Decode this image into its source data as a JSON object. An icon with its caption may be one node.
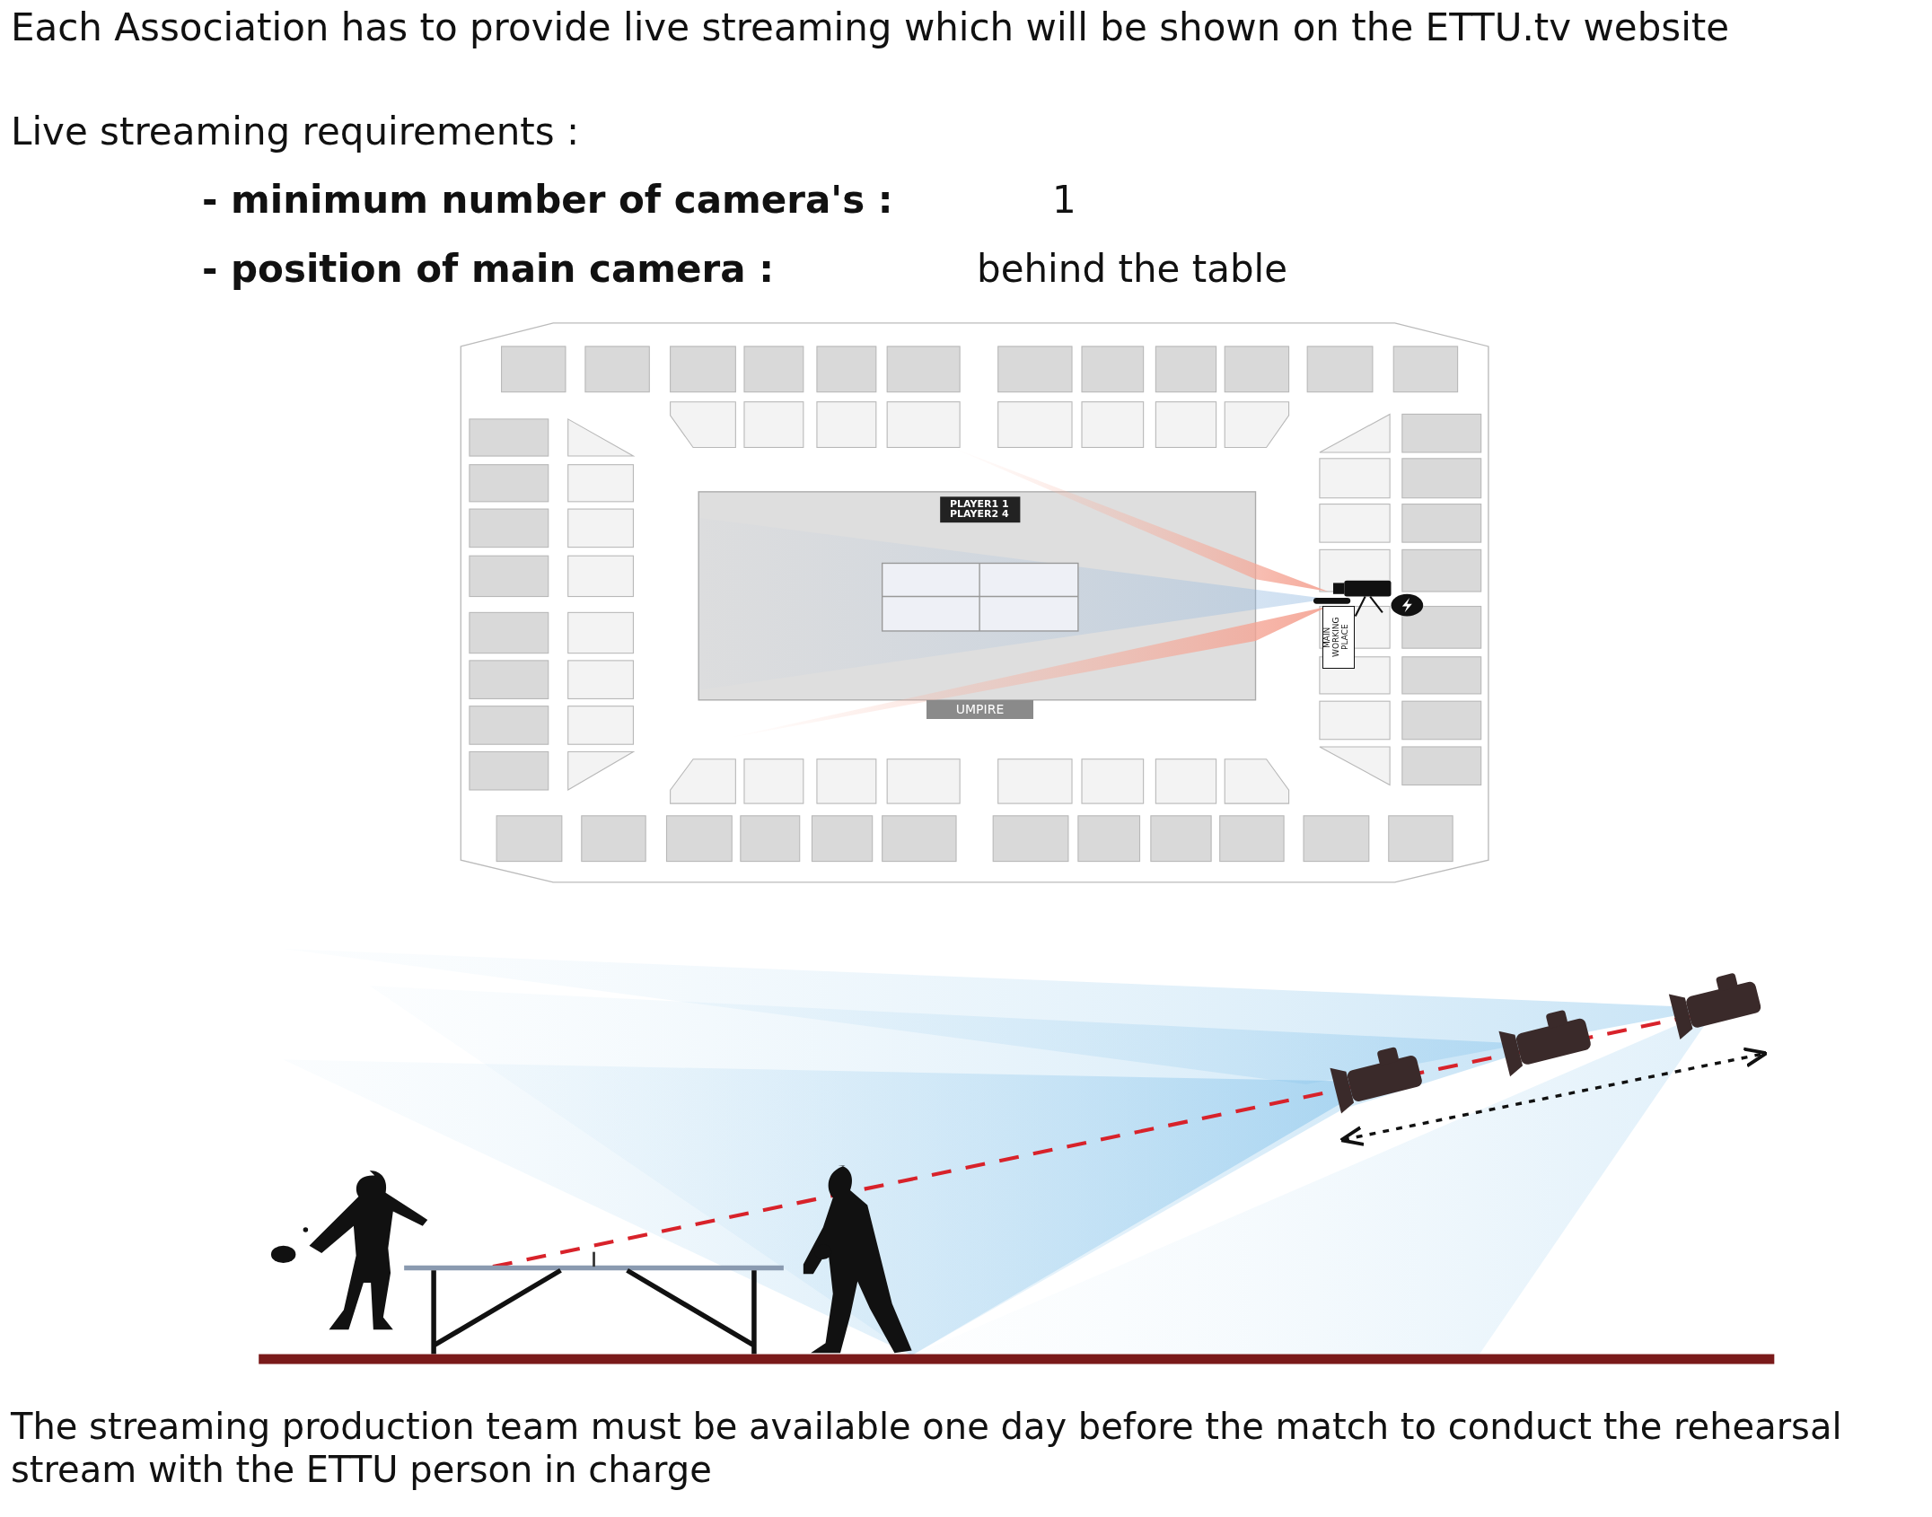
{
  "diagram": {
    "labels": [
      "Each Association has to provide live streaming which will be shown on the ETTU.tv website",
      "Live streaming requirements :",
      "- minimum number of camera's :",
      "1",
      "- position of main camera :",
      "behind the table",
      "PLAYER1 1",
      "PLAYER2 4",
      "UMPIRE",
      "MAIN WORKING PLACE",
      "The streaming production team must be available one day before the match to conduct the rehearsal stream with the ETTU person in charge"
    ]
  }
}
